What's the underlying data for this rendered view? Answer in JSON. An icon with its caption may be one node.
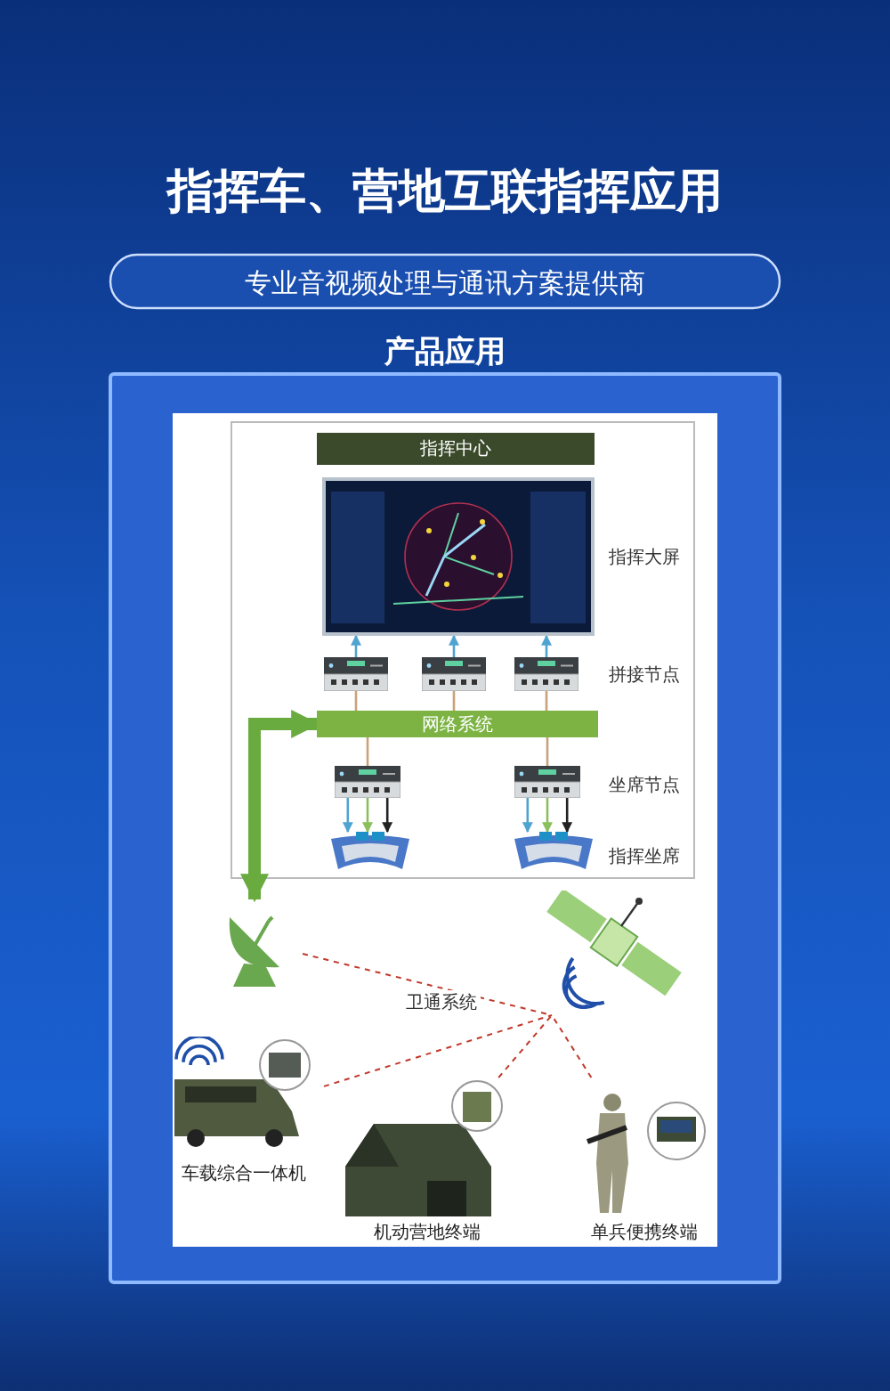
{
  "diagram": {
    "title": "指挥车、营地互联指挥应用",
    "nodes": [
      {
        "text": [
          "指挥中心"
        ]
      },
      {
        "text": [],
        "shape": "picture",
        "beside": [
          "指挥大屏"
        ]
      },
      {
        "text": [],
        "shape": "picture"
      },
      {
        "text": [],
        "shape": "picture"
      },
      {
        "text": [],
        "shape": "picture"
      },
      {
        "text": [
          "网络系统"
        ]
      },
      {
        "text": [],
        "shape": "picture"
      },
      {
        "text": [],
        "shape": "picture"
      },
      {
        "text": [],
        "shape": "picture"
      },
      {
        "text": [],
        "shape": "picture"
      },
      {
        "text": [],
        "shape": "picture"
      },
      {
        "text": [],
        "shape": "picture"
      },
      {
        "text": [],
        "shape": "picture",
        "beside": [
          "车载综合一体机"
        ]
      },
      {
        "text": [],
        "shape": "picture",
        "beside": [
          "机动营地终端"
        ]
      },
      {
        "text": [],
        "shape": "picture",
        "beside": [
          "单兵便携终端"
        ]
      }
    ],
    "edges": [
      {
        "from": 2,
        "to": 1,
        "arrow": "to",
        "color": "#4fa3d1"
      },
      {
        "from": 3,
        "to": 1,
        "arrow": "to",
        "color": "#4fa3d1"
      },
      {
        "from": 4,
        "to": 1,
        "arrow": "to",
        "color": "#4fa3d1"
      },
      {
        "from": 2,
        "to": 5,
        "arrow": "none",
        "color": "#c9a27a"
      },
      {
        "from": 3,
        "to": 5,
        "arrow": "none",
        "color": "#c9a27a"
      },
      {
        "from": 4,
        "to": 5,
        "arrow": "none",
        "color": "#c9a27a"
      },
      {
        "from": 5,
        "to": 6,
        "arrow": "none",
        "color": "#c9a27a"
      },
      {
        "from": 5,
        "to": 7,
        "arrow": "none",
        "color": "#c9a27a"
      },
      {
        "from": 6,
        "to": 8,
        "arrow": "to",
        "color": "#4fa3d1"
      },
      {
        "from": 6,
        "to": 8,
        "arrow": "to",
        "color": "#8bbf5a"
      },
      {
        "from": 6,
        "to": 8,
        "arrow": "to",
        "color": "#222222"
      },
      {
        "from": 7,
        "to": 9,
        "arrow": "to",
        "color": "#4fa3d1"
      },
      {
        "from": 7,
        "to": 9,
        "arrow": "to",
        "color": "#8bbf5a"
      },
      {
        "from": 7,
        "to": 9,
        "arrow": "to",
        "color": "#222222"
      },
      {
        "from": 5,
        "to": 10,
        "arrow": "both",
        "style": "thick",
        "color": "#6aab3f"
      },
      {
        "from": 10,
        "to": 11,
        "arrow": "none",
        "style": "dashed",
        "color": "#c0392b",
        "label": "卫通系统"
      },
      {
        "from": 12,
        "to": 11,
        "arrow": "none",
        "style": "dashed",
        "color": "#c0392b"
      },
      {
        "from": 13,
        "to": 11,
        "arrow": "none",
        "style": "dashed",
        "color": "#c0392b"
      },
      {
        "from": 14,
        "to": 11,
        "arrow": "none",
        "style": "dashed",
        "color": "#c0392b"
      }
    ],
    "labels": [
      "专业音视频处理与通讯方案提供商",
      "产品应用",
      "拼接节点",
      "坐席节点",
      "指挥坐席"
    ]
  }
}
